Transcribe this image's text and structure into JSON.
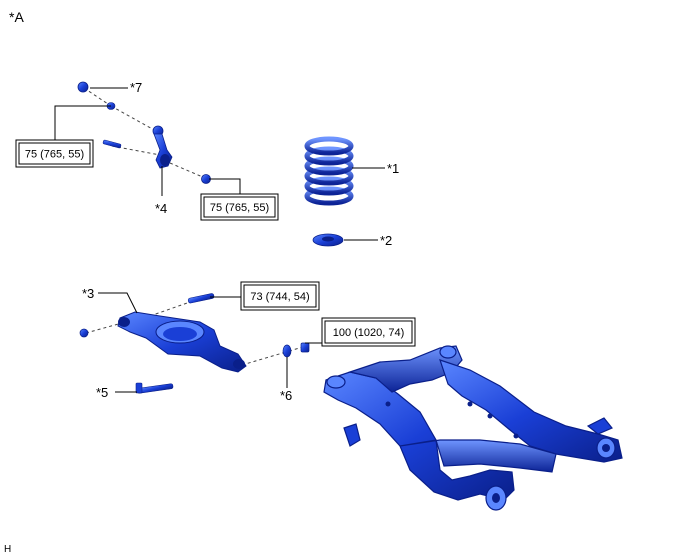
{
  "view_label": "*A",
  "figure_code": "H",
  "callouts": {
    "c1": "*1",
    "c2": "*2",
    "c3": "*3",
    "c4": "*4",
    "c5": "*5",
    "c6": "*6",
    "c7": "*7"
  },
  "torque_specs": {
    "t1": "75 (765, 55)",
    "t2": "75 (765, 55)",
    "t3": "73 (744, 54)",
    "t4": "100 (1020, 74)"
  },
  "colors": {
    "part_fill": "#1a3fd6",
    "part_dark": "#0a1f8a",
    "part_light": "#4f7dff"
  }
}
